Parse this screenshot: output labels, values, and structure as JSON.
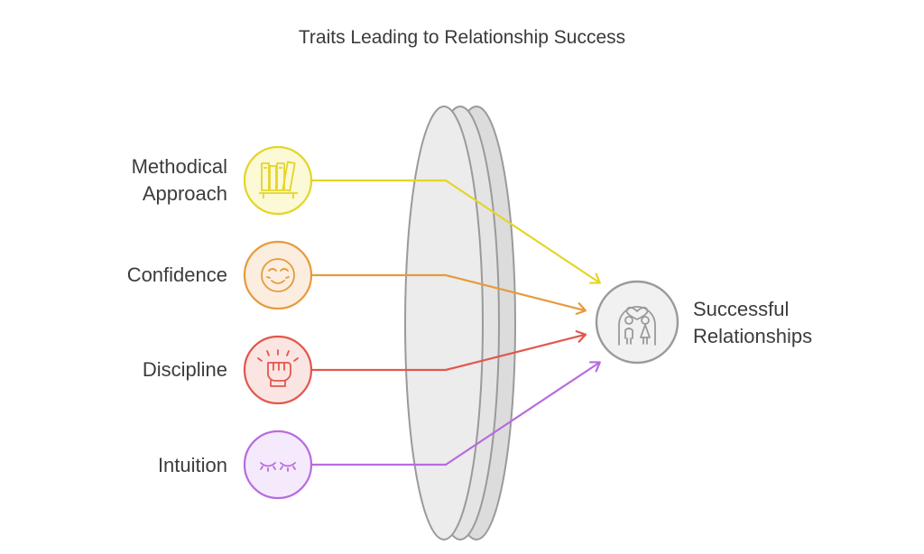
{
  "title": "Traits Leading to Relationship Success",
  "traits": [
    {
      "line1": "Methodical",
      "line2": "Approach",
      "icon": "bookshelf-icon",
      "color": "#e4d52a",
      "fill": "#fbf9d6"
    },
    {
      "line1": "Confidence",
      "line2": "",
      "icon": "smiling-face-icon",
      "color": "#e79a3d",
      "fill": "#fbeede"
    },
    {
      "line1": "Discipline",
      "line2": "",
      "icon": "raised-fist-icon",
      "color": "#e2574c",
      "fill": "#fbe5e3"
    },
    {
      "line1": "Intuition",
      "line2": "",
      "icon": "closed-eyes-icon",
      "color": "#b86be0",
      "fill": "#f5eafb"
    }
  ],
  "outcome": {
    "line1": "Successful",
    "line2": "Relationships",
    "icon": "couple-with-heart-icon",
    "color": "#9a9a9a"
  },
  "lens": {
    "icon": "lens-shape"
  }
}
